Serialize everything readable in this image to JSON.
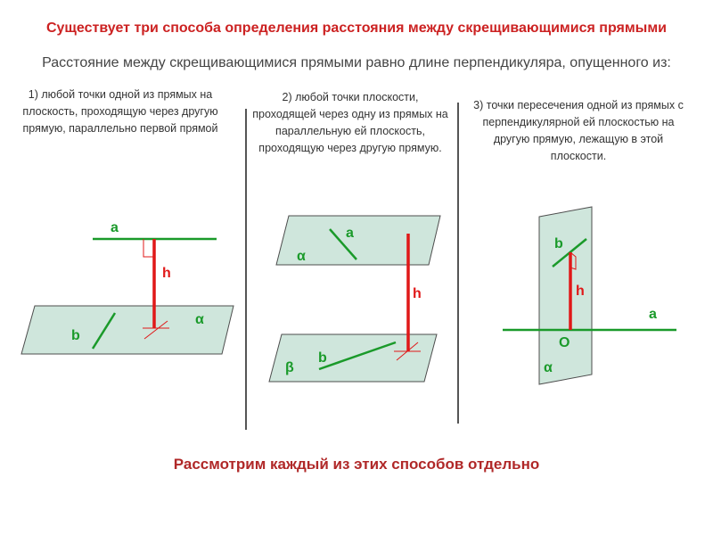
{
  "title": "Существует три способа определения расстояния между скрещивающимися прямыми",
  "subtitle": "Расстояние между скрещивающимися прямыми равно длине перпендикуляра, опущенного из:",
  "methods": [
    {
      "text": "1) любой  точки одной из прямых на плоскость, проходящую через другую прямую, параллельно первой прямой"
    },
    {
      "text": "2) любой точки плоскости, проходящей через одну из прямых на параллельную ей плоскость, проходящую через другую прямую."
    },
    {
      "text": "3) точки пересечения одной из прямых с перпендикулярной ей плоскостью на другую прямую, лежащую в этой плоскости."
    }
  ],
  "diagram1": {
    "line_a": "a",
    "line_b": "b",
    "plane": "α",
    "perpendicular": "h"
  },
  "diagram2": {
    "line_a": "a",
    "line_b": "b",
    "plane_alpha": "α",
    "plane_beta": "β",
    "perpendicular": "h"
  },
  "diagram3": {
    "line_a": "a",
    "line_b": "b",
    "plane": "α",
    "perpendicular": "h",
    "point": "O"
  },
  "footer": "Рассмотрим каждый из этих способов отдельно",
  "colors": {
    "title": "#cc2222",
    "line": "#1a9a2a",
    "perpendicular": "#e01818",
    "label_green": "#1a9a2a",
    "label_red": "#e01818",
    "plane_fill": "#cfe6dc",
    "plane_stroke": "#4d4d4d",
    "divider": "#555555"
  }
}
